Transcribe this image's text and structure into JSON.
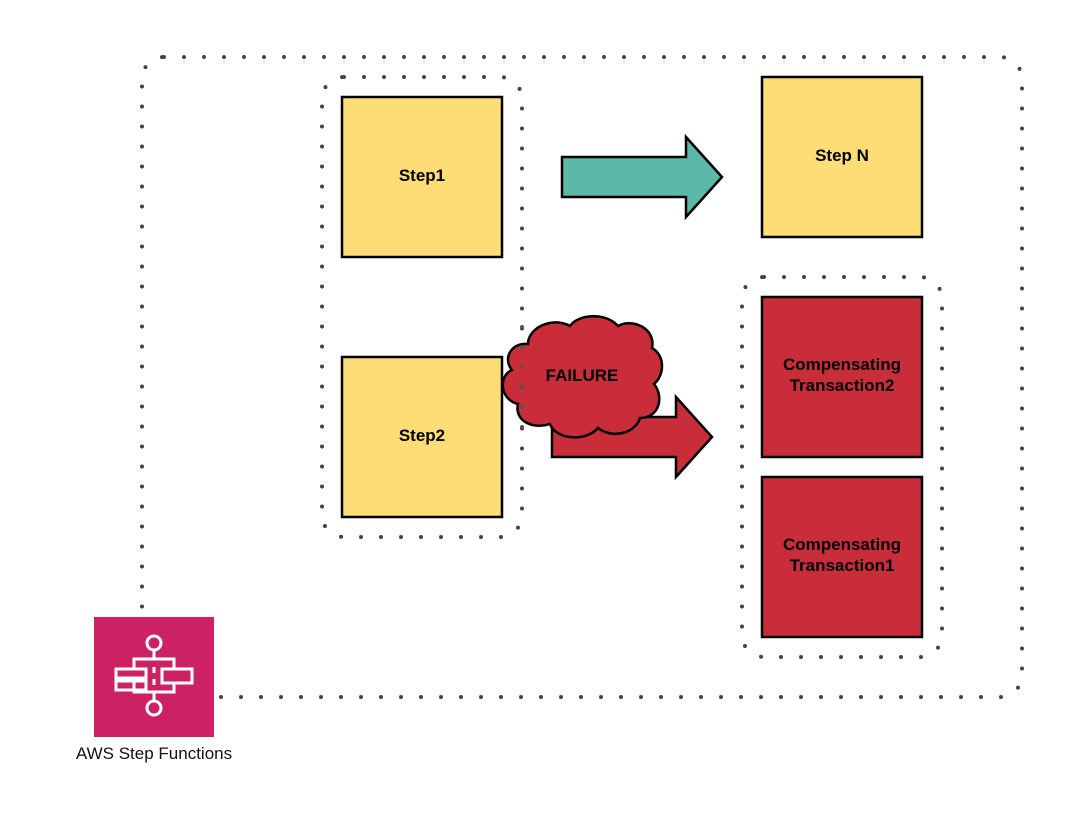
{
  "diagram": {
    "type": "saga-pattern-flow",
    "service": {
      "name": "AWS Step Functions",
      "icon": "step-functions-icon",
      "color": "#cc2264"
    },
    "groups": [
      {
        "id": "workflow",
        "style": "dotted",
        "contains": [
          "steps-group",
          "step-n",
          "compensation-group"
        ]
      },
      {
        "id": "steps-group",
        "style": "dotted",
        "contains": [
          "step1",
          "step2"
        ]
      },
      {
        "id": "compensation-group",
        "style": "dotted",
        "contains": [
          "comp2",
          "comp1"
        ]
      }
    ],
    "nodes": {
      "step1": {
        "label": "Step1",
        "color": "#fedd76"
      },
      "step2": {
        "label": "Step2",
        "color": "#fedd76"
      },
      "step_n": {
        "label": "Step N",
        "color": "#fedd76"
      },
      "comp2": {
        "line1": "Compensating",
        "line2": "Transaction2",
        "color": "#c92d39"
      },
      "comp1": {
        "line1": "Compensating",
        "line2": "Transaction1",
        "color": "#c92d39"
      },
      "failure": {
        "label": "FAILURE",
        "shape": "cloud",
        "color": "#c92d39"
      }
    },
    "edges": [
      {
        "from": "steps-group",
        "to": "step_n",
        "kind": "success",
        "color": "#5bbaa7"
      },
      {
        "from": "step2",
        "to": "compensation-group",
        "kind": "failure",
        "color": "#c92d39"
      }
    ],
    "colors": {
      "dots": "#444444",
      "stroke": "#000000"
    }
  }
}
